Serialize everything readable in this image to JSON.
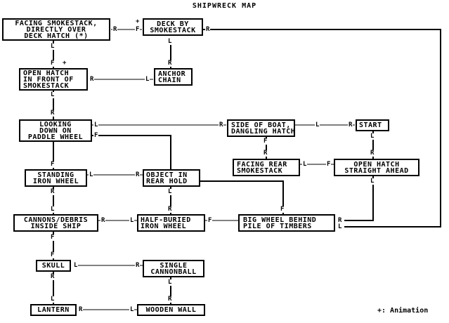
{
  "title": "SHIPWRECK MAP",
  "legend": "+: Animation",
  "nodes": {
    "facing_smokestack": [
      "FACING SMOKESTACK,",
      "DIRECTLY OVER",
      "DECK HATCH (*)"
    ],
    "deck_by_smokestack": [
      "DECK BY",
      "SMOKESTACK"
    ],
    "open_hatch_front": [
      "OPEN HATCH",
      "IN FRONT OF",
      "SMOKESTACK"
    ],
    "anchor_chain": [
      "ANCHOR",
      "CHAIN"
    ],
    "looking_down": [
      "LOOKING",
      "DOWN ON",
      "PADDLE WHEEL"
    ],
    "side_of_boat": [
      "SIDE OF BOAT,",
      "DANGLING HATCH"
    ],
    "start": [
      "START"
    ],
    "standing_iron_wheel": [
      "STANDING",
      "IRON WHEEL"
    ],
    "object_rear_hold": [
      "OBJECT IN",
      "REAR HOLD"
    ],
    "facing_rear_smokestack": [
      "FACING REAR",
      "SMOKESTACK"
    ],
    "open_hatch_straight": [
      "OPEN HATCH",
      "STRAIGHT AHEAD"
    ],
    "cannons_debris": [
      "CANNONS/DEBRIS",
      "INSIDE SHIP"
    ],
    "half_buried": [
      "HALF-BURIED",
      "IRON WHEEL"
    ],
    "big_wheel": [
      "BIG WHEEL BEHIND",
      "PILE OF TIMBERS"
    ],
    "skull": [
      "SKULL"
    ],
    "single_cannonball": [
      "SINGLE",
      "CANNONBALL"
    ],
    "lantern": [
      "LANTERN"
    ],
    "wooden_wall": [
      "WOODEN WALL"
    ]
  },
  "edge_labels": {
    "fs_r": "R",
    "dbs_f": "F",
    "dbs_plus": "+",
    "dbs_r": "R",
    "fs_l": "L",
    "ohf_f": "F",
    "ohf_plus": "+",
    "dbs_l": "L",
    "ac_r": "R",
    "ohf_r": "R",
    "ac_l": "L",
    "ohf_l": "L",
    "ld_r": "R",
    "ld_l": "L",
    "sob_r": "R",
    "ld_f": "F",
    "sob_l": "L",
    "st_r": "R",
    "sob_f": "F",
    "frs_r": "R",
    "st_l": "L",
    "ohs_r": "R",
    "frs_l": "L",
    "ohs_f": "F",
    "ld_f2": "F",
    "siw_l": "L",
    "orh_r": "R",
    "siw_r": "R",
    "cd_l": "L",
    "orh_l": "L",
    "hb_r": "R",
    "ohs_l": "L",
    "bw_f": "F",
    "cd_r": "R",
    "hb_l": "L",
    "hb_f": "F",
    "bw_r": "R",
    "bw_l": "L",
    "cd_f": "F",
    "sk_f": "F",
    "sk_l": "L",
    "sc_r": "R",
    "sk_r": "R",
    "ln_l": "L",
    "sc_l": "L",
    "ww_r": "R",
    "ln_r": "R",
    "ww_l": "L"
  }
}
